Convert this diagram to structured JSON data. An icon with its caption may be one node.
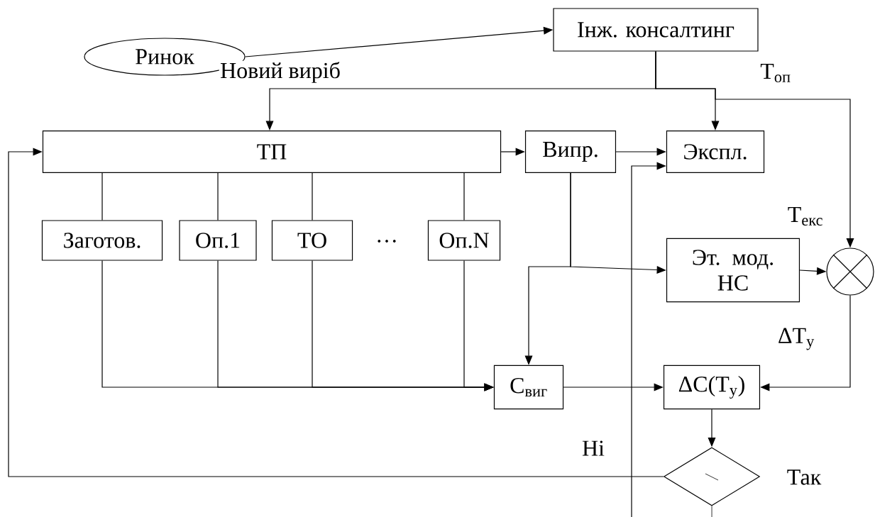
{
  "diagram": {
    "nodes": [
      {
        "text": [
          "Ринок"
        ]
      },
      {
        "text": [
          "Інж. консалтинг"
        ]
      },
      {
        "text": [
          "ТП"
        ]
      },
      {
        "text": [
          "Випр."
        ]
      },
      {
        "text": [
          "Экспл."
        ]
      },
      {
        "text": [
          "Заготов."
        ]
      },
      {
        "text": [
          "Оп.1"
        ]
      },
      {
        "text": [
          "ТО"
        ]
      },
      {
        "text": [
          "Оп.N"
        ]
      },
      {
        "text": [
          "Эт. мод. НС"
        ]
      },
      {
        "text": [],
        "shape": "circle"
      },
      {
        "text": [
          "С$_{виг}$"
        ]
      },
      {
        "text": [
          "ΔС(Т$_{у}$)"
        ]
      },
      {
        "text": [],
        "shape": "diamond"
      }
    ],
    "edges": [
      {
        "from": 0,
        "to": 1,
        "arrow": "to"
      },
      {
        "from": 1,
        "to": 2,
        "arrow": "to",
        "label": "Новий виріб"
      },
      {
        "from": 1,
        "to": 4,
        "arrow": "to"
      },
      {
        "from": 1,
        "to": 10,
        "arrow": "to"
      },
      {
        "from": 2,
        "to": 3,
        "arrow": "to"
      },
      {
        "from": 3,
        "to": 4,
        "arrow": "to"
      },
      {
        "from": 2,
        "to": 5,
        "arrow": "none"
      },
      {
        "from": 2,
        "to": 6,
        "arrow": "none"
      },
      {
        "from": 2,
        "to": 7,
        "arrow": "none"
      },
      {
        "from": 2,
        "to": 8,
        "arrow": "none"
      },
      {
        "from": 5,
        "to": 11,
        "arrow": "to"
      },
      {
        "from": 6,
        "to": 11,
        "arrow": "to"
      },
      {
        "from": 7,
        "to": 11,
        "arrow": "to"
      },
      {
        "from": 8,
        "to": 11,
        "arrow": "to"
      },
      {
        "from": 3,
        "to": 9,
        "arrow": "to"
      },
      {
        "from": 3,
        "to": 11,
        "arrow": "to"
      },
      {
        "from": 9,
        "to": 10,
        "arrow": "to"
      },
      {
        "from": 10,
        "to": 12,
        "arrow": "to"
      },
      {
        "from": 11,
        "to": 12,
        "arrow": "to"
      },
      {
        "from": 12,
        "to": 13,
        "arrow": "to"
      },
      {
        "from": 13,
        "to": 2,
        "arrow": "to",
        "label": "Ні"
      },
      {
        "from": null,
        "to": 4,
        "arrow": "to"
      },
      {
        "from": 13,
        "to": null,
        "arrow": "none",
        "label": "Так"
      }
    ],
    "labels": [
      "Т$_{оп}$",
      "Т$_{екс}$",
      "ΔТ$_{у}$",
      "…"
    ]
  }
}
